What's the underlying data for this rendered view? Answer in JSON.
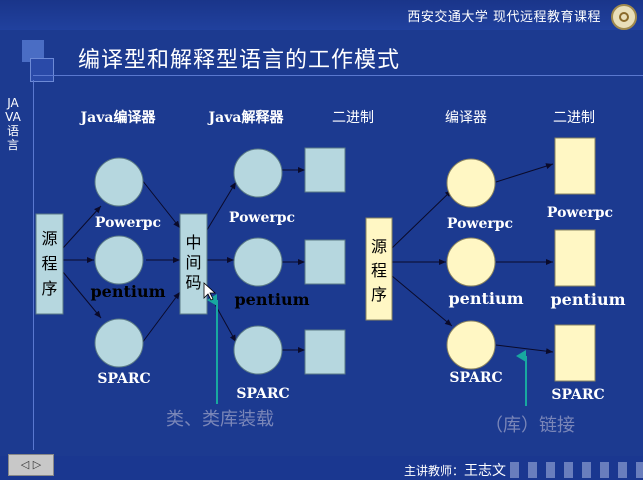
{
  "header": {
    "university": "西安交通大学  现代远程教育课程"
  },
  "sidebar": {
    "course_title": "JAVA语言"
  },
  "slide": {
    "title": "编译型和解释型语言的工作模式"
  },
  "columns": {
    "java_compiler": "Java编译器",
    "java_interpreter": "Java解释器",
    "binary_1": "二进制",
    "compiler": "编译器",
    "binary_2": "二进制"
  },
  "left_diagram": {
    "source_label": "源程序",
    "intermediate_label": "中间码",
    "compiler_platforms": [
      "Powerpc",
      "pentium",
      "SPARC"
    ],
    "interpreter_platforms": [
      "Powerpc",
      "pentium",
      "SPARC"
    ],
    "annotation": "类、类库装载"
  },
  "right_diagram": {
    "source_label": "源程序",
    "compiler_platforms": [
      "Powerpc",
      "pentium",
      "SPARC"
    ],
    "binary_platforms": [
      "Powerpc",
      "pentium",
      "SPARC"
    ],
    "annotation": "（库）链接"
  },
  "footer": {
    "nav_label": "◁ ▷",
    "teacher_label": "主讲教师：",
    "teacher_name": "王志文"
  },
  "colors": {
    "background": "#1c3a90",
    "java_node_fill": "#b6d7df",
    "native_node_fill": "#fff7c4",
    "arrow": "#0a0a2a",
    "annotation_arrow": "#18a8a0",
    "annotation_text": "#7a86b8"
  }
}
